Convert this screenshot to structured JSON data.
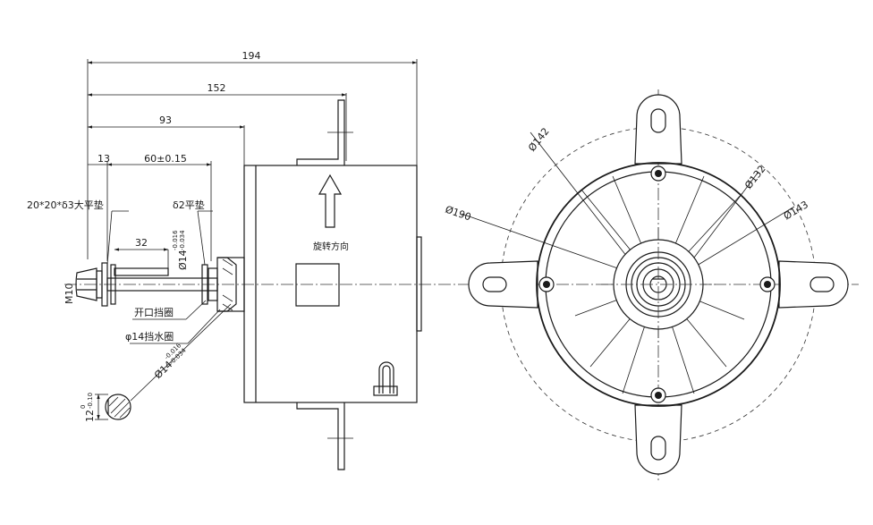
{
  "dimensions": {
    "overall_length": "194",
    "length_to_body_rear": "152",
    "length_to_body_front": "93",
    "shaft_end_step": "13",
    "shaft_length": "60±0.15",
    "shaft_key_length": "32",
    "dia_flange_bolt": "Ø142",
    "dia_body": "Ø132",
    "dia_inner": "Ø143",
    "dia_outer": "Ø190",
    "thread": "M10",
    "shaft_dia_main": "Ø14",
    "shaft_dia_tol_upper": "-0.016",
    "shaft_dia_tol_lower": "-0.034",
    "flat_width_main": "12",
    "flat_width_tol_upper": "0",
    "flat_width_tol_lower": "-0.10"
  },
  "labels": {
    "large_washer": "20*20*δ3大平垫",
    "flat_washer": "δ2平垫",
    "rotation_direction": "旋转方向",
    "snap_ring": "开口挡圈",
    "water_ring": "φ14挡水圈"
  }
}
